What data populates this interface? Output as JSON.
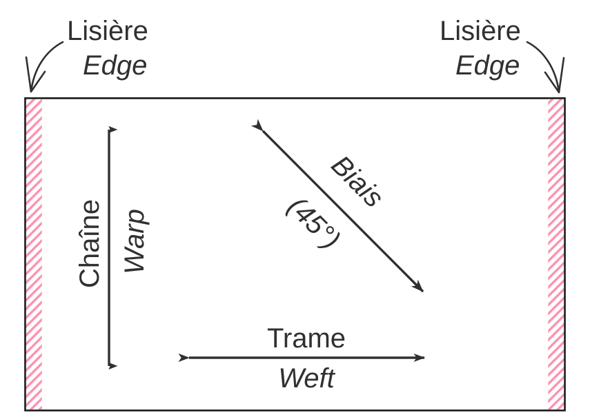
{
  "diagram": {
    "title": "Fabric grain lines diagram",
    "colors": {
      "ink": "#303030",
      "frame": "#1a1a1a",
      "selvedge_hatch": "#fb93b0",
      "selvedge_background": "#ffffff",
      "page_background": "#ffffff"
    },
    "fabric": {
      "frame_label": "fabric-rectangle",
      "selvedge_band_label": "selvedge-band"
    }
  },
  "labels": {
    "edge_left": {
      "fr": "Lisière",
      "en": "Edge"
    },
    "edge_right": {
      "fr": "Lisière",
      "en": "Edge"
    },
    "warp": {
      "fr": "Chaîne",
      "en": "Warp"
    },
    "weft": {
      "fr": "Trame",
      "en": "Weft"
    },
    "bias": {
      "fr": "Biais",
      "angle": "(45°)"
    }
  },
  "arrows": {
    "warp_arrow": "vertical double-headed arrow",
    "weft_arrow": "horizontal double-headed arrow",
    "bias_arrow": "diagonal double-headed arrow at 45 degrees",
    "edge_pointer_left": "curved arrow pointing down-left",
    "edge_pointer_right": "curved arrow pointing down-right"
  }
}
